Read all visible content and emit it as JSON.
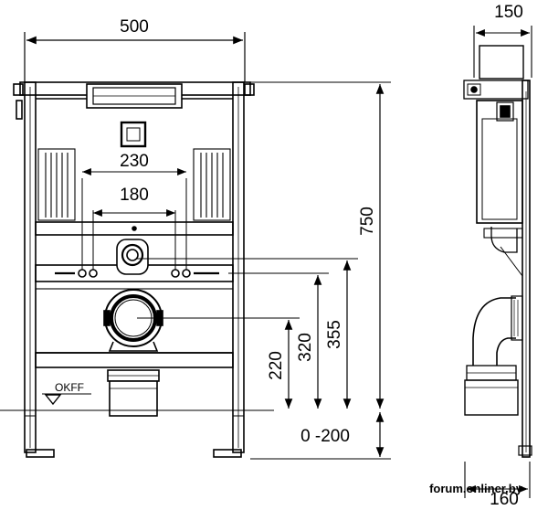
{
  "dimensions": {
    "width_front": "500",
    "width_side": "150",
    "bottom_side": "160",
    "height_total": "750",
    "outlet_center": "230",
    "outlet_inner": "180",
    "floor_adjust": "0 -200",
    "h_220": "220",
    "h_320": "320",
    "h_355": "355"
  },
  "labels": {
    "floor_mark": "OKFF"
  },
  "watermark": "forum.onliner.by",
  "colors": {
    "line": "#000000",
    "fill": "#ffffff",
    "shade": "#d8d8d8"
  }
}
